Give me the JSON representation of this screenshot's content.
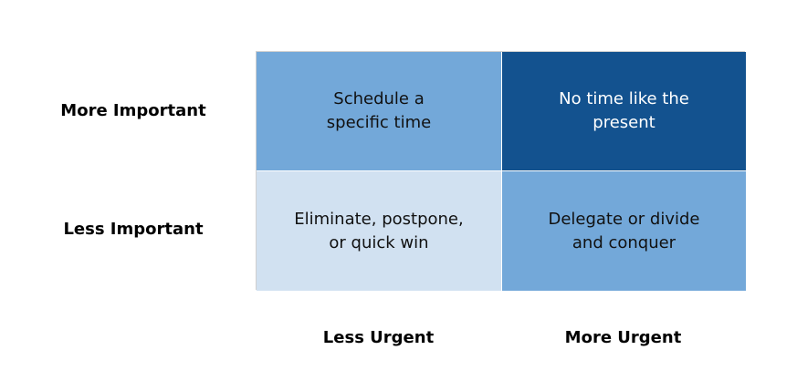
{
  "rows": {
    "top_label": "More Important",
    "bottom_label": "Less Important"
  },
  "columns": {
    "left_label": "Less Urgent",
    "right_label": "More Urgent"
  },
  "cells": {
    "top_left": {
      "text": "Schedule a\nspecific time",
      "bg": "#73a8d9",
      "fg": "#111111"
    },
    "top_right": {
      "text": "No time like the\npresent",
      "bg": "#13528f",
      "fg": "#ffffff"
    },
    "bottom_left": {
      "text": "Eliminate, postpone,\nor quick win",
      "bg": "#d1e1f1",
      "fg": "#111111"
    },
    "bottom_right": {
      "text": "Delegate or divide\nand conquer",
      "bg": "#73a8d9",
      "fg": "#111111"
    }
  }
}
